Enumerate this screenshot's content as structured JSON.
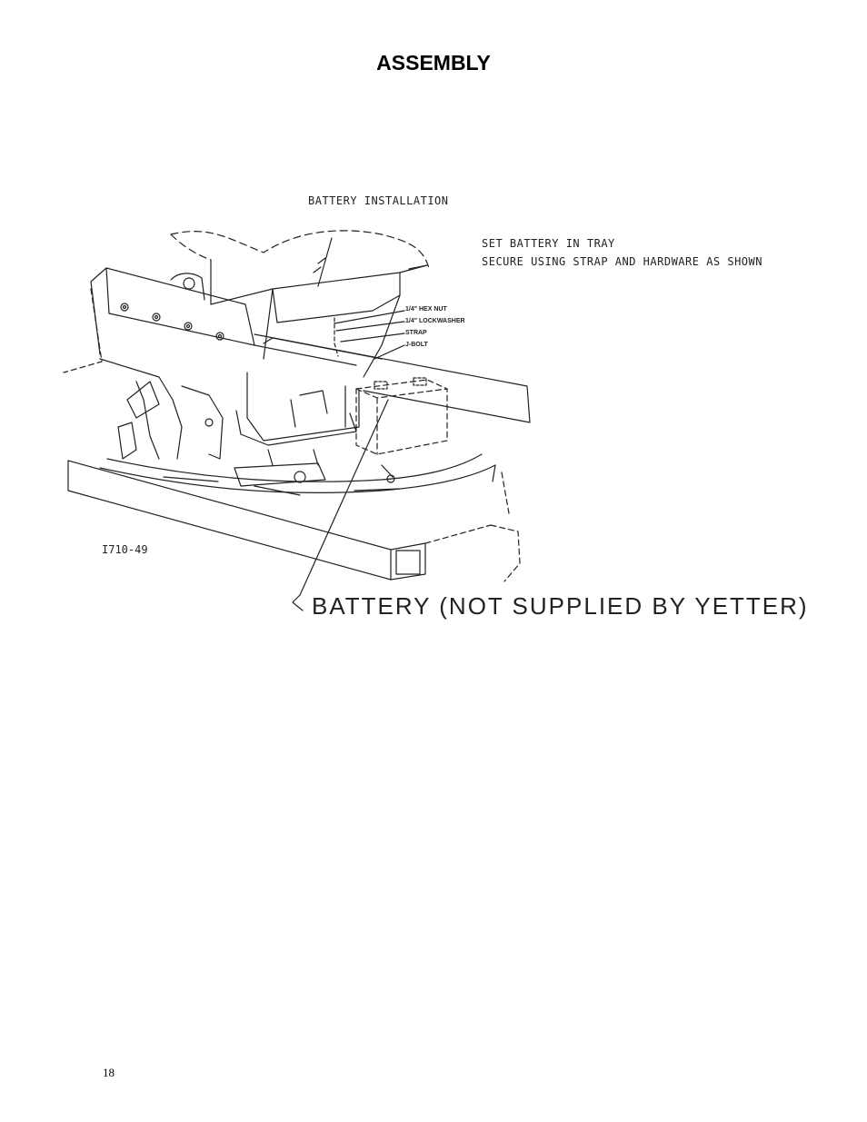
{
  "header": {
    "title": "ASSEMBLY"
  },
  "figure": {
    "title": "BATTERY INSTALLATION",
    "instructions": [
      "SET BATTERY IN TRAY",
      "SECURE USING STRAP AND HARDWARE AS SHOWN"
    ],
    "callouts": [
      "1/4\" HEX NUT",
      "1/4\" LOCKWASHER",
      "STRAP",
      "J-BOLT"
    ],
    "figure_number": "I710-49",
    "battery_label": "BATTERY (NOT SUPPLIED BY YETTER)"
  },
  "footer": {
    "page_number": "18"
  }
}
